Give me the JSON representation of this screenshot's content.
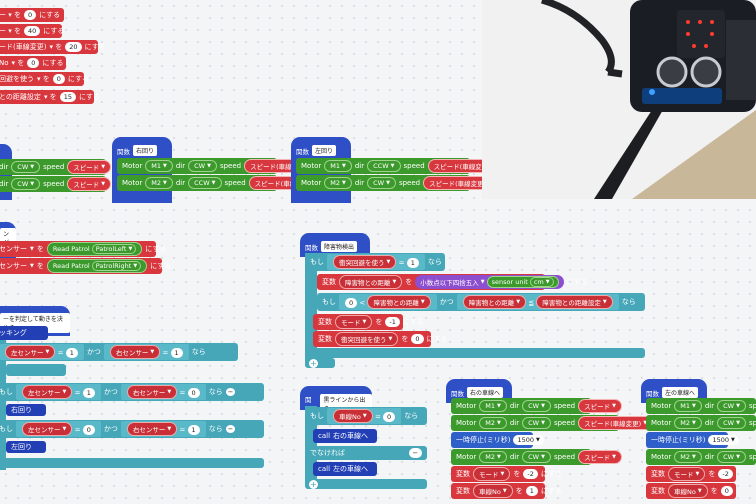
{
  "left_top": {
    "row1_value": "0",
    "row1_suffix": "にする",
    "row2_value": "40",
    "row2_suffix": "にする",
    "row3_var": "ード(車線変更)",
    "row3_value": "20",
    "row3_suffix": "にする",
    "row4_var": "No",
    "row4_value": "0",
    "row4_suffix": "にする",
    "row5_var": "回避を使う",
    "row5_value": "0",
    "row5_suffix": "にする",
    "row6_var": "との距離設定",
    "row6_value": "15",
    "row6_suffix": "にする"
  },
  "motor_common": {
    "motor": "Motor",
    "dir": "dir",
    "speed": "speed",
    "m1": "M1",
    "m2": "M2",
    "cw": "CW",
    "ccw": "CCW"
  },
  "straight_block": {
    "speed_var": "スピード"
  },
  "right_turn": {
    "keyword": "関数",
    "name": "右回り",
    "speed1": "スピード(車線変更)",
    "speed2": "スピード(車線変更)"
  },
  "left_turn": {
    "keyword": "関数",
    "name": "左回り",
    "speed1": "スピード(車線変更)",
    "speed2": "スピード(車線変更)"
  },
  "tracking_vars": {
    "name_frag": "ング",
    "left_var": "センサー",
    "eq": "を",
    "read_left": "Read Patrol",
    "left_sensor": "PatrolLeft",
    "suffix": "にする",
    "right_var": "センサー",
    "read_right": "Read Patrol",
    "right_sensor": "PatrolRight"
  },
  "decide_block": {
    "name_frag": "ーを判定して動きを決める",
    "sub": "ッキング",
    "if": "もし",
    "left_sensor": "左センサー",
    "right_sensor": "右センサー",
    "and": "かつ",
    "then": "なら",
    "eq": "=",
    "v1": "1",
    "v2": "1",
    "v3": "1",
    "v4": "0",
    "v5": "0",
    "v6": "1",
    "else_if": "でなければもし",
    "turn_right": "右回り",
    "turn_left": "左回り"
  },
  "obstacle_block": {
    "keyword": "関数",
    "name": "障害物検出",
    "if": "もし",
    "var_avoid": "衝突回避を使う",
    "eq": "=",
    "val1": "1",
    "then": "なら",
    "var": "変数",
    "dist": "障害物との距離",
    "set_to": "を",
    "round": "小数点以下四捨五入",
    "sensor": "sensor unit",
    "unit": "cm",
    "suffix": "にする",
    "zero": "0",
    "lt": "<",
    "and": "かつ",
    "lte": "≦",
    "dist_set": "障害物との距離設定",
    "mode": "モード",
    "minus1": "-1",
    "avoid_set": "衝突回避を使う",
    "zero2": "0"
  },
  "lane_out_block": {
    "keyword": "関数",
    "name": "黒ラインから出る",
    "if": "もし",
    "lane_no": "車線No",
    "eq": "=",
    "zero": "0",
    "then": "なら",
    "call": "call",
    "right_lane": "右の車線へ",
    "else": "でなければ",
    "left_lane": "左の車線へ"
  },
  "right_lane_block": {
    "keyword": "関数",
    "name": "右の車線へ",
    "speed1": "スピード",
    "speed2": "スピード(車線変更)",
    "pause": "一時停止(ミリ秒)",
    "pause_val": "1500",
    "speed3": "スピード",
    "var": "変数",
    "mode": "モード",
    "set_to": "を",
    "minus2": "-2",
    "suffix": "にする",
    "lane_no": "車線No",
    "one": "1"
  },
  "left_lane_block": {
    "keyword": "関数",
    "name": "左の車線へ",
    "pause": "一時停止(ミリ秒)",
    "pause_val": "1500",
    "var": "変数",
    "mode": "モード",
    "set_to": "を",
    "minus2": "-2",
    "lane_no": "車線No",
    "zero": "0"
  }
}
